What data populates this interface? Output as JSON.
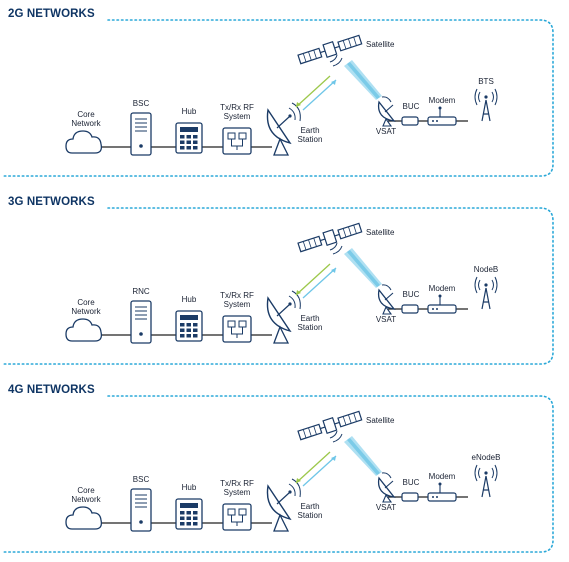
{
  "colors": {
    "navy": "#1b3b66",
    "accent": "#1aa3d6",
    "light_blue": "#6ec6e8",
    "green": "#9cc84a",
    "dotted": "#2aa8d8"
  },
  "panels": [
    {
      "title": "2G NETWORKS",
      "core": "Core\nNetwork",
      "controller": "BSC",
      "hub": "Hub",
      "txrx": "Tx/Rx RF\nSystem",
      "earth": "Earth\nStation",
      "satellite": "Satellite",
      "vsat": "VSAT",
      "buc": "BUC",
      "modem": "Modem",
      "tower": "BTS"
    },
    {
      "title": "3G NETWORKS",
      "core": "Core\nNetwork",
      "controller": "RNC",
      "hub": "Hub",
      "txrx": "Tx/Rx RF\nSystem",
      "earth": "Earth\nStation",
      "satellite": "Satellite",
      "vsat": "VSAT",
      "buc": "BUC",
      "modem": "Modem",
      "tower": "NodeB"
    },
    {
      "title": "4G NETWORKS",
      "core": "Core\nNetwork",
      "controller": "BSC",
      "hub": "Hub",
      "txrx": "Tx/Rx RF\nSystem",
      "earth": "Earth\nStation",
      "satellite": "Satellite",
      "vsat": "VSAT",
      "buc": "BUC",
      "modem": "Modem",
      "tower": "eNodeB"
    }
  ]
}
